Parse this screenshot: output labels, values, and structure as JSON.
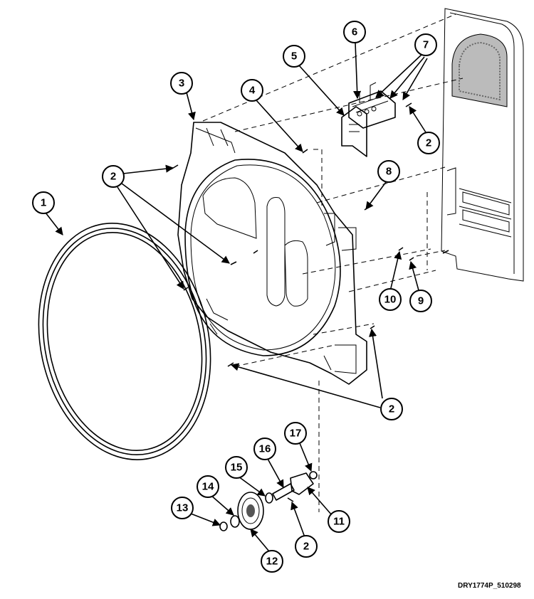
{
  "diagram": {
    "callouts": [
      "1",
      "2",
      "3",
      "4",
      "5",
      "6",
      "7",
      "8",
      "9",
      "10",
      "11",
      "12",
      "13",
      "14",
      "15",
      "16",
      "17"
    ],
    "drawing_ref": "DRY1774P_510298"
  }
}
